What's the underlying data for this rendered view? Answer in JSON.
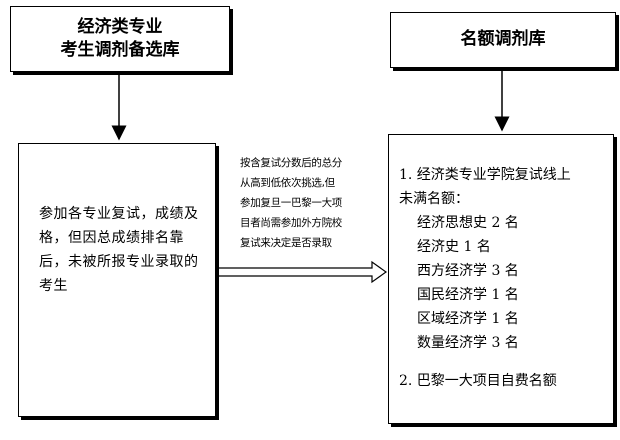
{
  "reserve_box": {
    "line1": "经济类专业",
    "line2": "考生调剂备选库"
  },
  "quota_box": {
    "title": "名额调剂库"
  },
  "candidates_box": {
    "text": "参加各专业复试，成绩及格，但因总成绩排名靠后，未被所报专业录取的考生"
  },
  "arrow_note": {
    "lines": [
      "按含复试分数后的总分",
      "从高到低依次挑选,但",
      "参加复旦一巴黎一大项",
      "目者尚需参加外方院校",
      "复试来决定是否录取"
    ]
  },
  "quota_list": {
    "item1_line1": "1. 经济类专业学院复试线上",
    "item1_line2": "未满名额：",
    "subitems": [
      "经济思想史 2 名",
      "经济史 1 名",
      "西方经济学 3 名",
      "国民经济学 1 名",
      "区域经济学 1 名",
      "数量经济学 3 名"
    ],
    "item2": "2. 巴黎一大项目自费名额"
  }
}
